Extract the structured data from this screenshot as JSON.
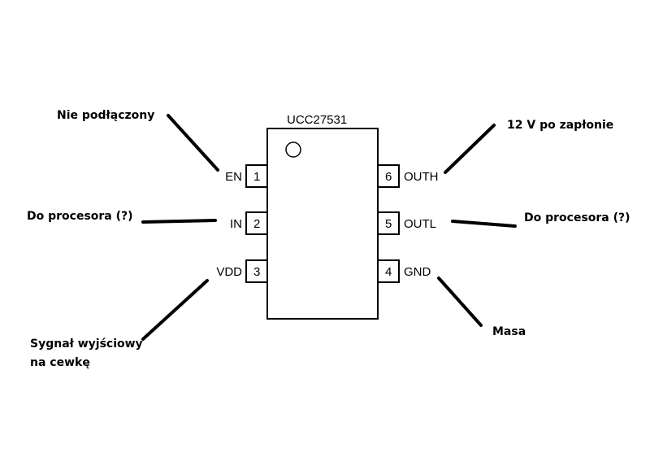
{
  "chip": {
    "part_number": "UCC27531"
  },
  "pins": {
    "en": {
      "number": "1",
      "name": "EN"
    },
    "in": {
      "number": "2",
      "name": "IN"
    },
    "vdd": {
      "number": "3",
      "name": "VDD"
    },
    "gnd": {
      "number": "4",
      "name": "GND"
    },
    "outl": {
      "number": "5",
      "name": "OUTL"
    },
    "outh": {
      "number": "6",
      "name": "OUTH"
    }
  },
  "annotations": {
    "en": "Nie podłączony",
    "in": "Do procesora (?)",
    "vdd_line1": "Sygnał wyjściowy",
    "vdd_line2": "na cewkę",
    "outh": "12  V po zapłonie",
    "outl": "Do procesora (?)",
    "gnd": "Masa"
  }
}
